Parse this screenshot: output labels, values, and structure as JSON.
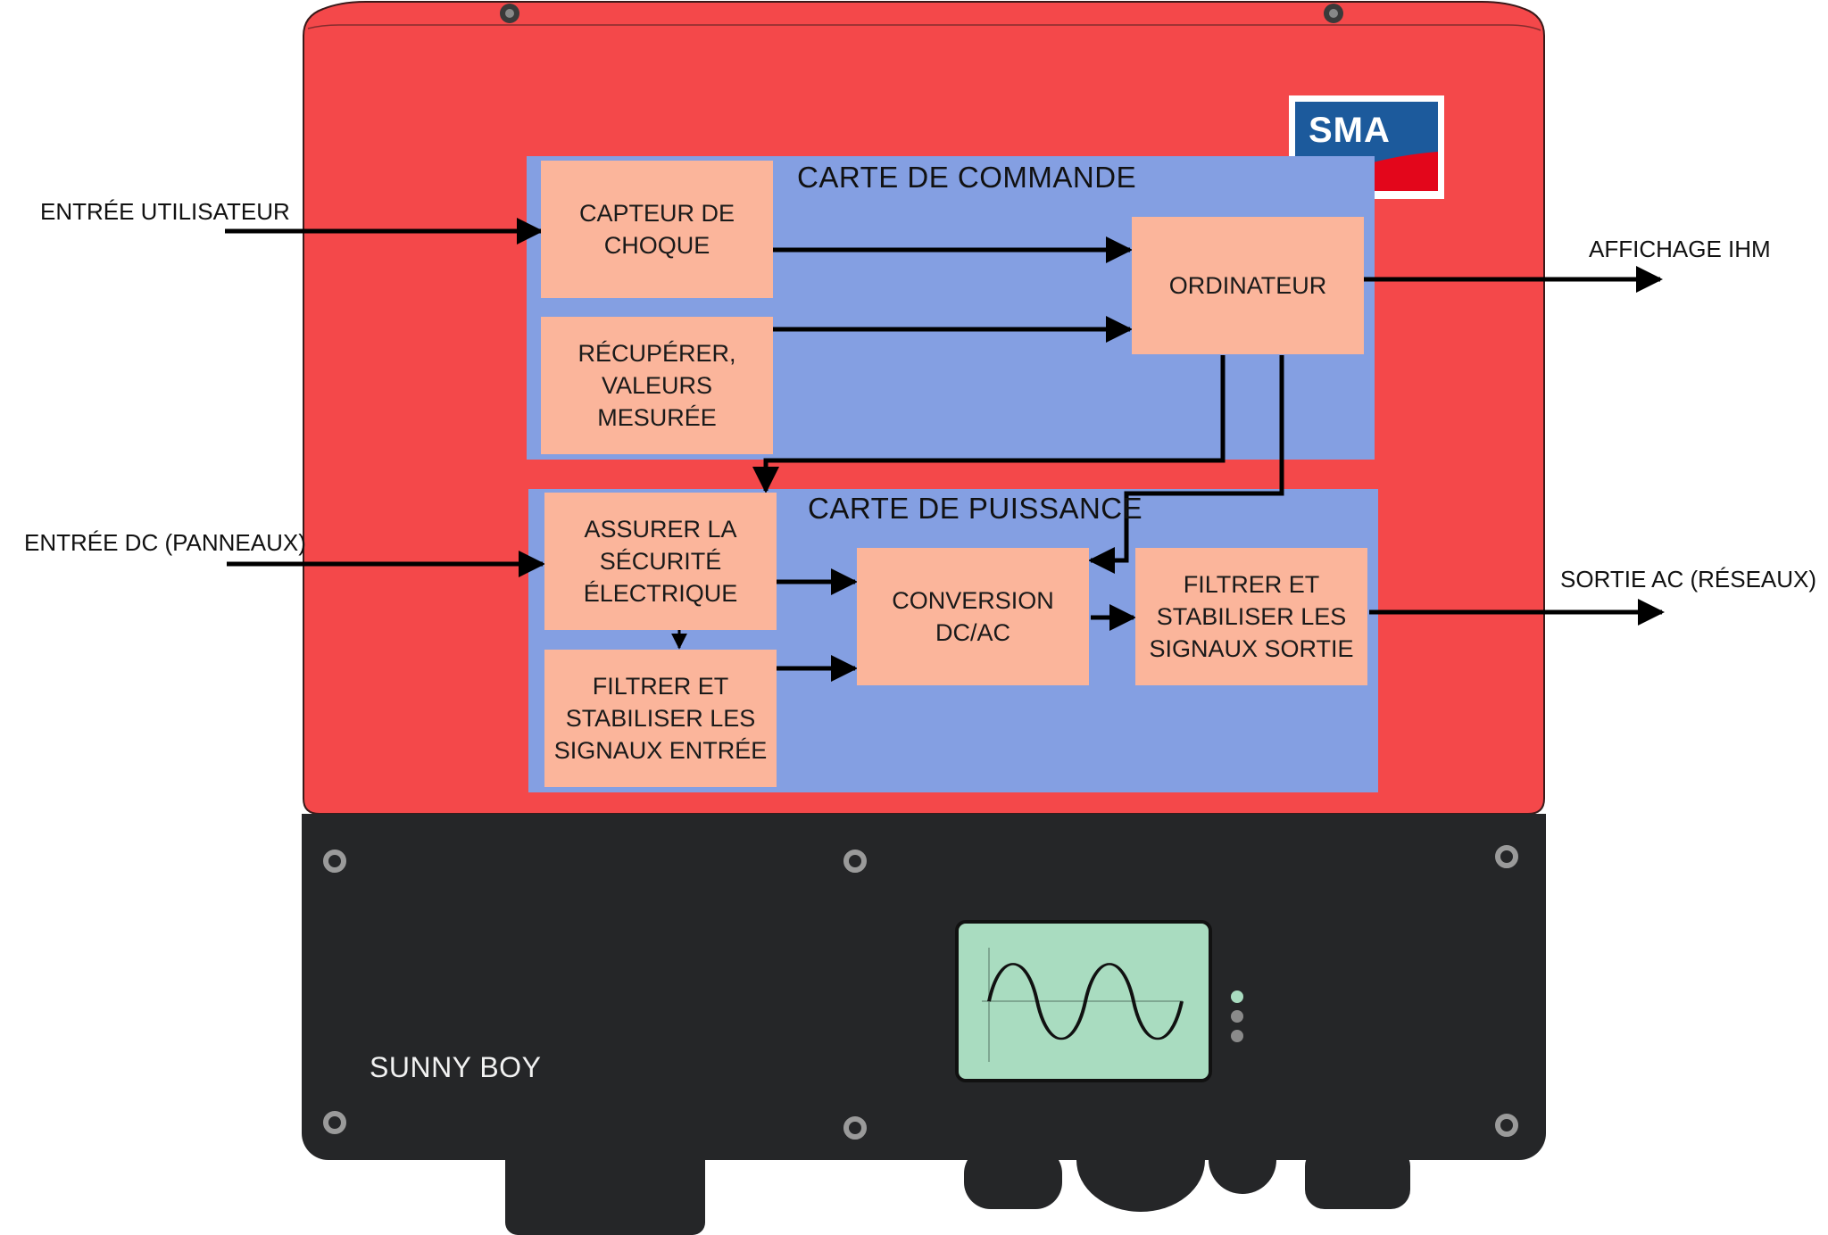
{
  "inputs": {
    "user_input": "ENTRÉE UTILISATEUR",
    "dc_input": "ENTRÉE DC (PANNEAUX)"
  },
  "outputs": {
    "hmi_display": "AFFICHAGE IHM",
    "ac_output": "SORTIE AC (RÉSEAUX)"
  },
  "control_board": {
    "title": "CARTE DE COMMANDE",
    "shock_sensor": "CAPTEUR DE\nCHOQUE",
    "measured_values": "RÉCUPÉRER,\nVALEURS MESURÉE",
    "computer": "ORDINATEUR"
  },
  "power_board": {
    "title": "CARTE DE PUISSANCE",
    "electrical_safety": "ASSURER LA\nSÉCURITÉ\nÉLECTRIQUE",
    "input_filter": "FILTRER ET\nSTABILISER LES\nSIGNAUX ENTRÉE",
    "dc_ac_conversion": "CONVERSION\nDC/AC",
    "output_filter": "FILTRER ET\nSTABILISER LES\nSIGNAUX SORTIE"
  },
  "device": {
    "brand_logo": "SMA",
    "model": "SUNNY BOY",
    "display_icon": "sine-wave-icon"
  },
  "colors": {
    "housing_red": "#f4484a",
    "housing_dark": "#252628",
    "board_blue": "#849fe2",
    "box_salmon": "#fbb59b",
    "screen_green": "#a9dcc0",
    "logo_blue": "#1c5a9c",
    "logo_red": "#e3061b"
  }
}
